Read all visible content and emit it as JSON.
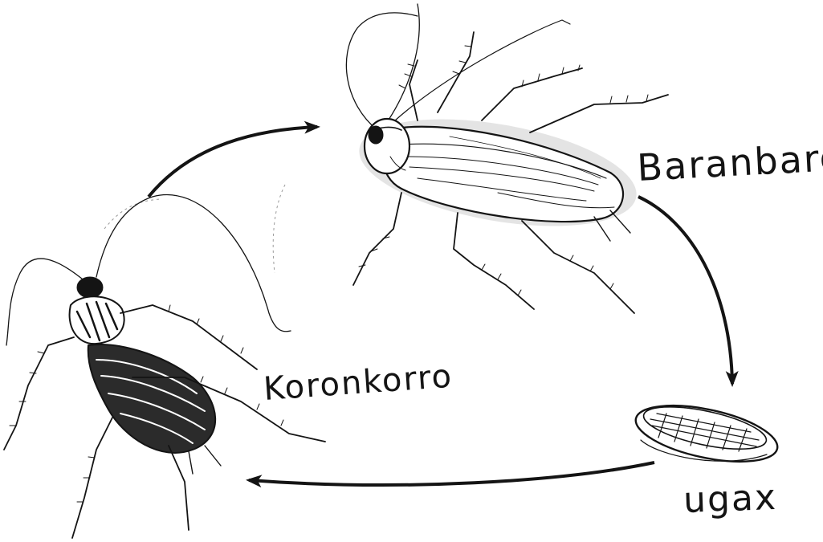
{
  "labels": {
    "adult": "Baranbaro",
    "nymph": "Koronkorro",
    "egg_case": "ugax"
  },
  "icons": {
    "adult": "adult-cockroach-drawing",
    "nymph": "nymph-cockroach-drawing",
    "egg_case": "egg-case-ootheca-drawing"
  },
  "colors": {
    "ink": "#141414",
    "paper": "#ffffff"
  }
}
